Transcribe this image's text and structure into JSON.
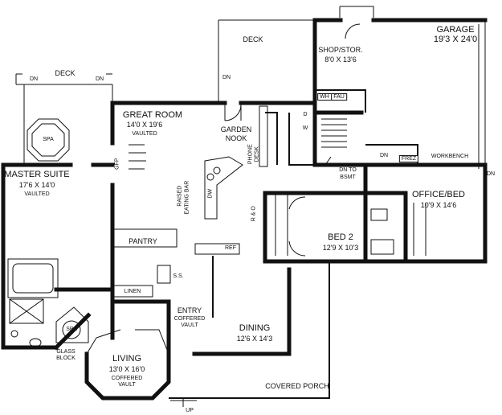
{
  "rooms": {
    "garage": {
      "name": "GARAGE",
      "size": "19'3 X 24'0"
    },
    "shop": {
      "name": "SHOP/STOR.",
      "size": "8'0 X 13'6"
    },
    "deck_top": {
      "name": "DECK"
    },
    "deck_left": {
      "name": "DECK"
    },
    "great_room": {
      "name": "GREAT ROOM",
      "size": "14'0 X 19'6",
      "note": "VAULTED"
    },
    "garden_nook": {
      "name": "GARDEN",
      "name2": "NOOK"
    },
    "master_suite": {
      "name": "MASTER SUITE",
      "size": "17'6 X 14'0",
      "note": "VAULTED"
    },
    "office_bed": {
      "name": "OFFICE/BED",
      "size": "10'9 X 14'6"
    },
    "bed2": {
      "name": "BED 2",
      "size": "12'9 X 10'3"
    },
    "entry": {
      "name": "ENTRY",
      "note": "COFFERED",
      "note2": "VAULT"
    },
    "dining": {
      "name": "DINING",
      "size": "12'6 X 14'3"
    },
    "living": {
      "name": "LIVING",
      "size": "13'0 X 16'0",
      "note": "COFFERED",
      "note2": "VAULT"
    },
    "covered_porch": {
      "name": "COVERED PORCH"
    }
  },
  "fixtures": {
    "spa_outdoor": "SPA",
    "spa_bath": "SPA",
    "pantry": "PANTRY",
    "linen": "LINEN",
    "ss": "S.S.",
    "ref": "REF",
    "dw": "DW",
    "raised_bar_1": "RAISED",
    "raised_bar_2": "EATING BAR",
    "phone_desk_1": "PHONE",
    "phone_desk_2": "DESK",
    "gfp": "GFP",
    "wh": "WH",
    "fau": "FAU",
    "d": "D",
    "w": "W",
    "frez": "FREZ",
    "workbench": "WORKBENCH",
    "r_and_o": "R & O",
    "glass_block_1": "GLASS",
    "glass_block_2": "BLOCK"
  },
  "stairs": {
    "dn_to_bsmt_1": "DN TO",
    "dn_to_bsmt_2": "BSMT",
    "dn_deck_1": "DN",
    "dn_deck_2": "DN",
    "dn_deck_top": "DN",
    "dn_garage_1": "DN",
    "dn_garage_2": "DN",
    "up": "UP"
  }
}
